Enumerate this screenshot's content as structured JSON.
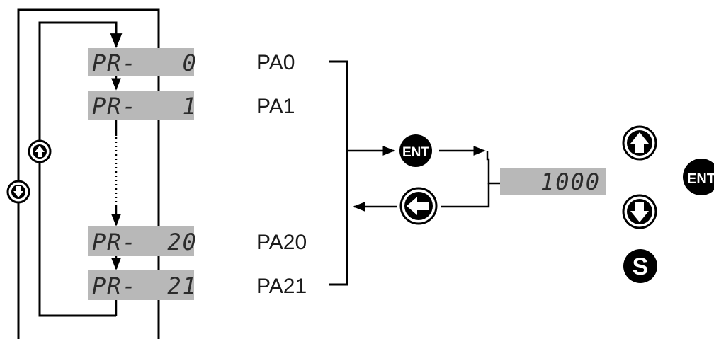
{
  "parameters": [
    {
      "display": "PR-   0",
      "label": "PA0"
    },
    {
      "display": "PR-   1",
      "label": "PA1"
    },
    {
      "display": "PR-  20",
      "label": "PA20"
    },
    {
      "display": "PR-  21",
      "label": "PA21"
    }
  ],
  "value_display": "1000",
  "buttons": {
    "enter": "ENT",
    "enter_side": "ENT",
    "save": "S"
  },
  "icons": {
    "up": "up-arrow-button-icon",
    "down": "down-arrow-button-icon",
    "back": "left-arrow-button-icon",
    "enter": "enter-button-icon",
    "save": "save-button-icon"
  },
  "colors": {
    "display_bg": "#b8b8b8",
    "button_fill": "#000000"
  }
}
